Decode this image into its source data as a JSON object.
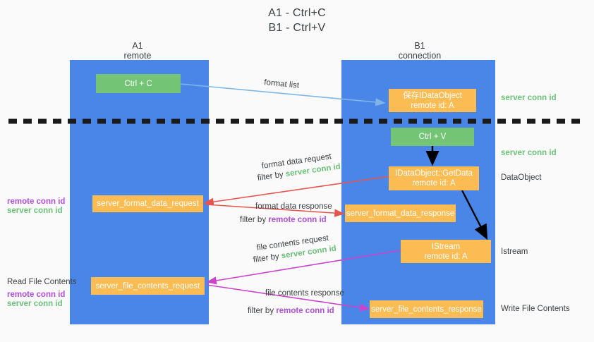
{
  "title": {
    "line1": "A1 - Ctrl+C",
    "line2": "B1 - Ctrl+V"
  },
  "columns": [
    {
      "name": "A1",
      "sub": "remote"
    },
    {
      "name": "B1",
      "sub": "connection"
    }
  ],
  "colors": {
    "panel": "#4a86e8",
    "node_orange": "#fbbc54",
    "node_green": "#74c476",
    "green_text": "#6cc07a",
    "purple_text": "#b04fd8",
    "arrow_lightblue": "#7eb6e8",
    "arrow_red": "#e8554f",
    "arrow_magenta": "#cc44cc",
    "arrow_black": "#000000",
    "background": "#fafafa"
  },
  "nodes": {
    "ctrl_c": {
      "line1": "Ctrl + C",
      "line2": ""
    },
    "save_idataobject": {
      "line1": "保存IDataObject",
      "line2": "remote id: A"
    },
    "ctrl_v": {
      "line1": "Ctrl + V",
      "line2": ""
    },
    "getdata": {
      "line1": "IDataObject::GetData",
      "line2": "remote id: A"
    },
    "format_data_request": {
      "line1": "server_format_data_request",
      "line2": ""
    },
    "format_data_response": {
      "line1": "server_format_data_response",
      "line2": ""
    },
    "istream": {
      "line1": "IStream",
      "line2": "remote id: A"
    },
    "file_contents_request": {
      "line1": "server_file_contents_request",
      "line2": ""
    },
    "file_contents_response": {
      "line1": "server_file_contents_response",
      "line2": ""
    }
  },
  "right_labels": {
    "server_conn_id_1": "server conn id",
    "server_conn_id_2": "server conn id",
    "dataobject": "DataObject",
    "istream": "Istream",
    "write_file_contents": "Write File Contents"
  },
  "left_labels": {
    "remote_conn_id_1": "remote conn id",
    "server_conn_id_1": "server conn id",
    "read_file_contents": "Read File Contents",
    "remote_conn_id_2": "remote conn id",
    "server_conn_id_2": "server conn id"
  },
  "edge_labels": {
    "format_list": "format list",
    "format_data_request": "format data request",
    "format_data_request_filter_prefix": "filter by ",
    "format_data_request_filter_key": "server conn id",
    "format_data_response": "format data response",
    "format_data_response_filter_prefix": "filter by ",
    "format_data_response_filter_key": "remote conn id",
    "file_contents_request": "file contents request",
    "file_contents_request_filter_prefix": "filter by ",
    "file_contents_request_filter_key": "server conn id",
    "file_contents_response": "file contents response",
    "file_contents_response_filter_prefix": "filter by ",
    "file_contents_response_filter_key": "remote conn id"
  }
}
